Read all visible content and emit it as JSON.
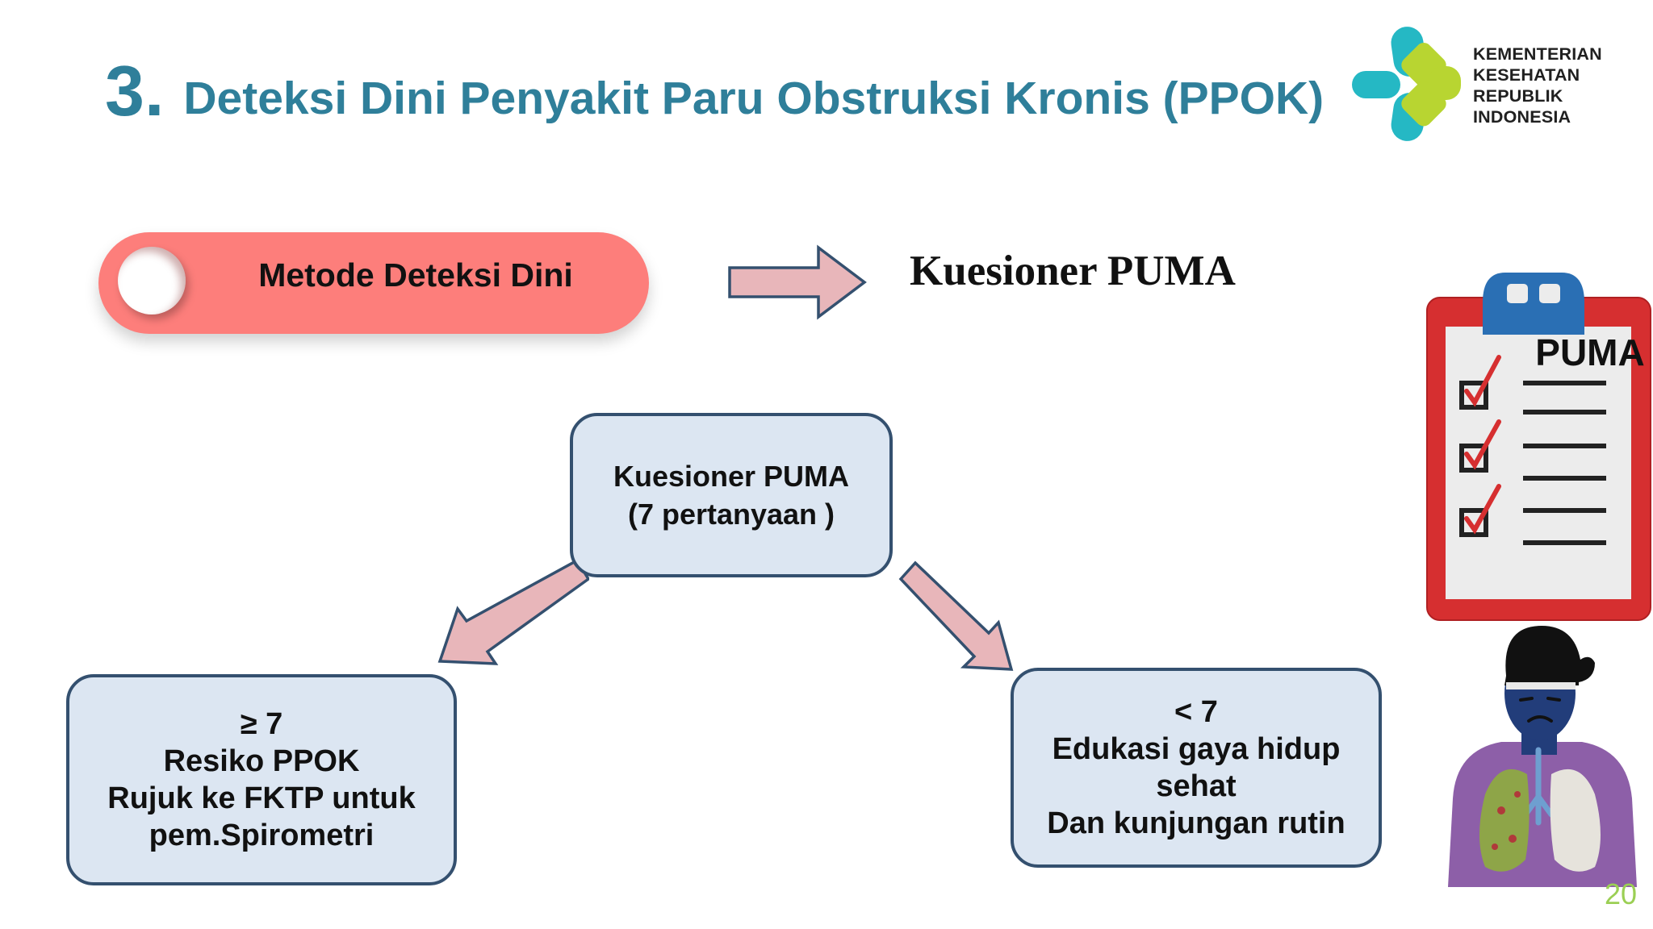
{
  "slide": {
    "number_prefix": "3.",
    "title": "Deteksi Dini Penyakit Paru Obstruksi Kronis (PPOK)",
    "page_number": "20"
  },
  "logo": {
    "lines": [
      "KEMENTERIAN",
      "KESEHATAN",
      "REPUBLIK",
      "INDONESIA"
    ],
    "colors": {
      "teal": "#25b8c4",
      "green": "#b8d531"
    }
  },
  "method": {
    "label": "Metode Deteksi Dini",
    "result": "Kuesioner PUMA"
  },
  "flow": {
    "top": {
      "line1": "Kuesioner PUMA",
      "line2": "(7 pertanyaan )"
    },
    "left": {
      "line1": "≥ 7",
      "line2": "Resiko PPOK",
      "line3": "Rujuk ke FKTP untuk",
      "line4": "pem.Spirometri"
    },
    "right": {
      "line1": "< 7",
      "line2": "Edukasi gaya hidup",
      "line3": "sehat",
      "line4": "Dan kunjungan rutin"
    }
  },
  "clipboard": {
    "label": "PUMA"
  },
  "colors": {
    "title": "#2f7f9a",
    "pill": "#fd7e7b",
    "box_fill": "#dce6f2",
    "box_border": "#34506f",
    "arrow_fill": "#e8b6ba",
    "page_number": "#9bcf54"
  }
}
